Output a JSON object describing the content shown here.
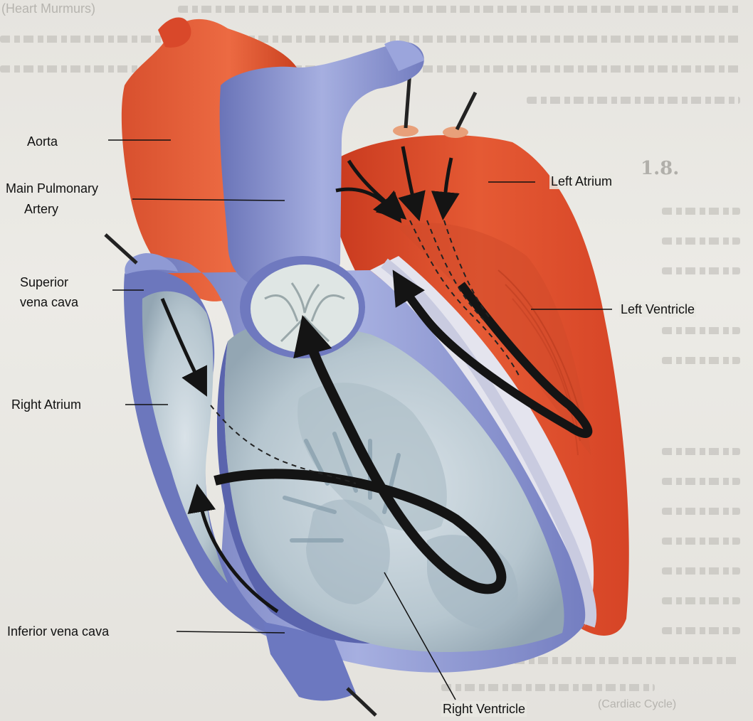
{
  "background": {
    "top_text": "(Heart Murmurs)",
    "top_text_end": "(Cardiac Cycle)",
    "section_number": "1.8."
  },
  "labels": {
    "aorta": "Aorta",
    "main_pulmonary_artery_line1": "Main Pulmonary",
    "main_pulmonary_artery_line2": "Artery",
    "superior_vena_cava_line1": "Superior",
    "superior_vena_cava_line2": "vena cava",
    "right_atrium": "Right  Atrium",
    "inferior_vena_cava": "Inferior  vena cava",
    "right_ventricle": "Right  Ventricle",
    "left_atrium": "Left  Atrium",
    "left_ventricle": "Left  Ventricle"
  },
  "colors": {
    "oxygenated_red": "#e0502c",
    "deoxygenated_blue": "#7c86c4",
    "inner_blue": "#9aa6d8",
    "arrow": "#141414"
  }
}
